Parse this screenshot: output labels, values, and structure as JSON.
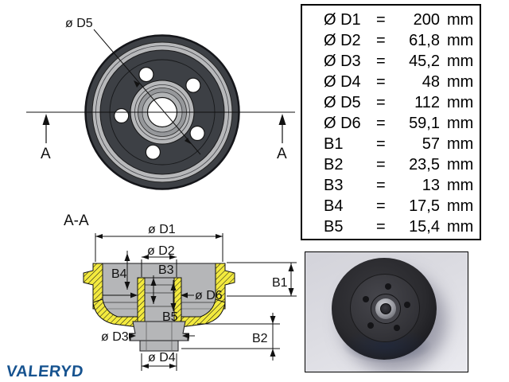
{
  "front_view": {
    "diameter_label": "ø D5",
    "section_letter_left": "A",
    "section_letter_right": "A"
  },
  "section_view": {
    "title": "A-A",
    "dim_d1": "ø D1",
    "dim_d2": "ø D2",
    "dim_d3": "ø D3",
    "dim_d4": "ø D4",
    "dim_d6": "ø D6",
    "dim_b1": "B1",
    "dim_b2": "B2",
    "dim_b3": "B3",
    "dim_b4": "B4",
    "dim_b5": "B5"
  },
  "dimensions_table": {
    "rows": [
      {
        "name": "Ø D1",
        "eq": "=",
        "value": "200",
        "unit": "mm"
      },
      {
        "name": "Ø D2",
        "eq": "=",
        "value": "61,8",
        "unit": "mm"
      },
      {
        "name": "Ø D3",
        "eq": "=",
        "value": "45,2",
        "unit": "mm"
      },
      {
        "name": "Ø D4",
        "eq": "=",
        "value": "48",
        "unit": "mm"
      },
      {
        "name": "Ø D5",
        "eq": "=",
        "value": "112",
        "unit": "mm"
      },
      {
        "name": "Ø D6",
        "eq": "=",
        "value": "59,1",
        "unit": "mm"
      },
      {
        "name": "B1",
        "eq": "=",
        "value": "57",
        "unit": "mm"
      },
      {
        "name": "B2",
        "eq": "=",
        "value": "23,5",
        "unit": "mm"
      },
      {
        "name": "B3",
        "eq": "=",
        "value": "13",
        "unit": "mm"
      },
      {
        "name": "B4",
        "eq": "=",
        "value": "17,5",
        "unit": "mm"
      },
      {
        "name": "B5",
        "eq": "=",
        "value": "15,4",
        "unit": "mm"
      }
    ]
  },
  "logo": {
    "text": "VALERYD"
  },
  "colors": {
    "hatch_yellow": "#f3ea3e",
    "section_gray": "#b5b6b8",
    "drum_dark": "#3d4045",
    "ring_light": "#b7b8ba",
    "logo_blue": "#15528f"
  }
}
